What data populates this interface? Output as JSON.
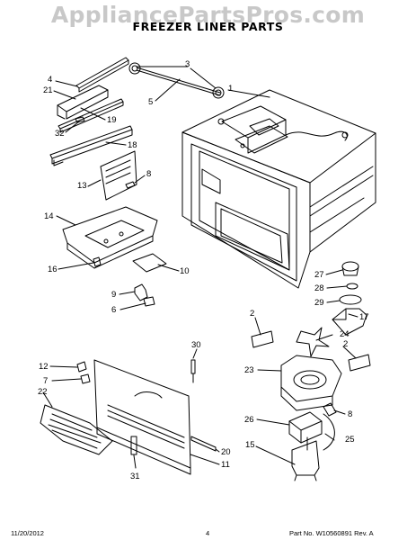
{
  "watermark": "AppliancePartsPros.com",
  "title": "FREEZER LINER PARTS",
  "callouts": [
    "1",
    "2",
    "2",
    "2",
    "3",
    "4",
    "5",
    "6",
    "7",
    "8",
    "8",
    "9",
    "10",
    "11",
    "12",
    "13",
    "14",
    "15",
    "16",
    "17",
    "18",
    "19",
    "20",
    "21",
    "22",
    "23",
    "24",
    "25",
    "26",
    "27",
    "28",
    "29",
    "30",
    "31",
    "32"
  ],
  "footer": {
    "date": "11/20/2012",
    "page": "4",
    "part_number": "Part No. W10560891  Rev. A"
  },
  "colors": {
    "line": "#000000",
    "watermark": "#c8c8c8",
    "background": "#ffffff"
  }
}
